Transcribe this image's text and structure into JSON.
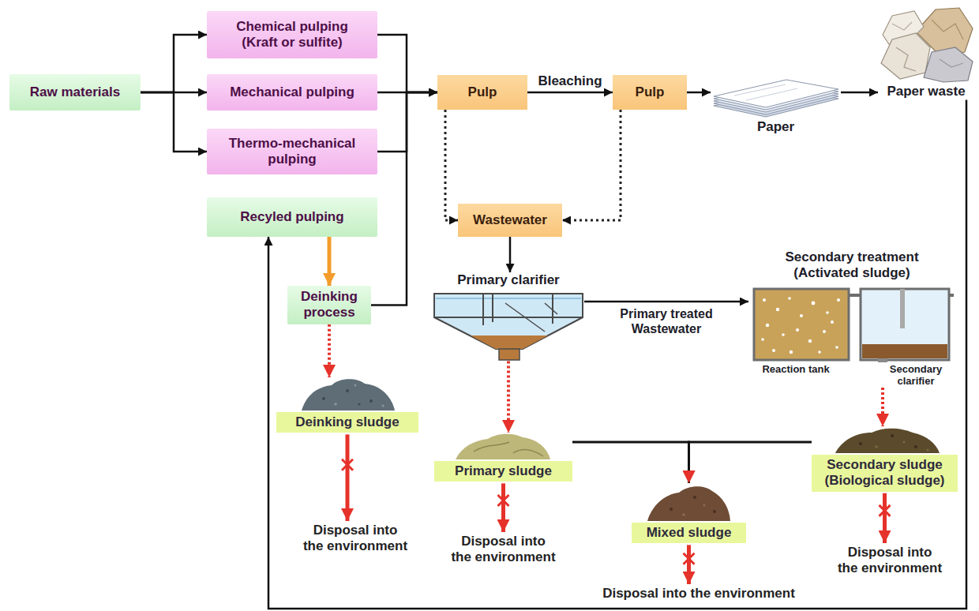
{
  "diagram": {
    "nodes": [
      {
        "text": [
          "Raw materials"
        ]
      },
      {
        "text": [
          "Chemical pulping (Kraft or sulfite)"
        ]
      },
      {
        "text": [
          "Mechanical pulping"
        ]
      },
      {
        "text": [
          "Thermo-mechanical pulping"
        ]
      },
      {
        "text": [
          "Recyled pulping"
        ]
      },
      {
        "text": [
          "Pulp"
        ]
      },
      {
        "text": [
          "Pulp"
        ]
      },
      {
        "text": [
          "Paper"
        ]
      },
      {
        "text": [
          "Paper waste"
        ]
      },
      {
        "text": [
          "Wastewater"
        ]
      },
      {
        "text": [
          "Deinking process"
        ]
      },
      {
        "text": [
          "Primary clarifier"
        ]
      },
      {
        "text": [
          "Secondary treatment (Activated sludge)",
          "Reaction tank",
          "Secondary clarifier"
        ]
      },
      {
        "text": [
          "Deinking sludge"
        ]
      },
      {
        "text": [
          "Primary sludge"
        ]
      },
      {
        "text": [
          "Secondary sludge (Biological sludge)"
        ]
      },
      {
        "text": [
          "Mixed sludge"
        ]
      },
      {
        "text": [
          "Disposal into the environment"
        ]
      },
      {
        "text": [
          "Disposal into the environment"
        ]
      },
      {
        "text": [
          "Disposal into the environment"
        ]
      },
      {
        "text": [
          "Disposal into the environment"
        ]
      }
    ],
    "edges": [
      {
        "from": 0,
        "to": 1,
        "arrow": "to"
      },
      {
        "from": 0,
        "to": 2,
        "arrow": "to"
      },
      {
        "from": 0,
        "to": 3,
        "arrow": "to"
      },
      {
        "from": 1,
        "to": 5,
        "arrow": "to"
      },
      {
        "from": 2,
        "to": 5,
        "arrow": "to"
      },
      {
        "from": 3,
        "to": 5,
        "arrow": "to"
      },
      {
        "from": 10,
        "to": 5,
        "arrow": "to"
      },
      {
        "from": 5,
        "to": 6,
        "label": "Bleaching",
        "arrow": "to"
      },
      {
        "from": 6,
        "to": 7,
        "arrow": "to"
      },
      {
        "from": 7,
        "to": 8,
        "arrow": "to"
      },
      {
        "from": 8,
        "to": 4,
        "arrow": "to"
      },
      {
        "from": 4,
        "to": 10,
        "arrow": "to"
      },
      {
        "from": 5,
        "to": 9,
        "arrow": "to"
      },
      {
        "from": 6,
        "to": 9,
        "arrow": "to"
      },
      {
        "from": 9,
        "to": 11,
        "arrow": "to"
      },
      {
        "from": 11,
        "to": 12,
        "label": "Primary treated Wastewater",
        "arrow": "to"
      },
      {
        "from": 10,
        "to": 13,
        "arrow": "to"
      },
      {
        "from": 11,
        "to": 14,
        "arrow": "to"
      },
      {
        "from": 12,
        "to": 15,
        "arrow": "to"
      },
      {
        "from": 14,
        "to": 16,
        "arrow": "to"
      },
      {
        "from": 15,
        "to": 16,
        "arrow": "to"
      },
      {
        "from": 13,
        "to": 17,
        "arrow": "to"
      },
      {
        "from": 14,
        "to": 18,
        "arrow": "to"
      },
      {
        "from": 16,
        "to": 19,
        "arrow": "to"
      },
      {
        "from": 15,
        "to": 20,
        "arrow": "to"
      }
    ]
  }
}
